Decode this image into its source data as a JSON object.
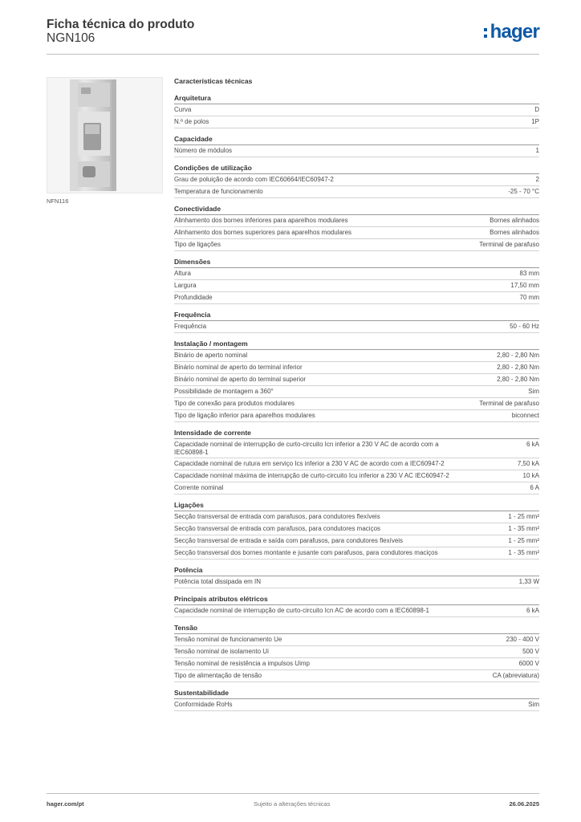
{
  "header": {
    "title": "Ficha técnica do produto",
    "subtitle": "NGN106",
    "logo_text": "hager",
    "brand_color": "#0d59a6"
  },
  "product_image": {
    "caption": "NFN116",
    "icon": "circuit-breaker-product-photo"
  },
  "specs": {
    "title": "Características técnicas",
    "sections": [
      {
        "title": "Arquitetura",
        "rows": [
          {
            "label": "Curva",
            "value": "D"
          },
          {
            "label": "N.º de polos",
            "value": "1P"
          }
        ]
      },
      {
        "title": "Capacidade",
        "rows": [
          {
            "label": "Número de módulos",
            "value": "1"
          }
        ]
      },
      {
        "title": "Condições de utilização",
        "rows": [
          {
            "label": "Grau de poluição de acordo com IEC60664/IEC60947-2",
            "value": "2"
          },
          {
            "label": "Temperatura de funcionamento",
            "value": "-25 - 70 °C"
          }
        ]
      },
      {
        "title": "Conectividade",
        "rows": [
          {
            "label": "Alinhamento dos bornes inferiores para aparelhos modulares",
            "value": "Bornes alinhados"
          },
          {
            "label": "Alinhamento dos bornes superiores para aparelhos modulares",
            "value": "Bornes alinhados"
          },
          {
            "label": "Tipo de ligações",
            "value": "Terminal de parafuso"
          }
        ]
      },
      {
        "title": "Dimensões",
        "rows": [
          {
            "label": "Altura",
            "value": "83 mm"
          },
          {
            "label": "Largura",
            "value": "17,50 mm"
          },
          {
            "label": "Profundidade",
            "value": "70 mm"
          }
        ]
      },
      {
        "title": "Frequência",
        "rows": [
          {
            "label": "Frequência",
            "value": "50 - 60 Hz"
          }
        ]
      },
      {
        "title": "Instalação / montagem",
        "rows": [
          {
            "label": "Binário de aperto nominal",
            "value": "2,80 - 2,80 Nm"
          },
          {
            "label": "Binário nominal de aperto do terminal inferior",
            "value": "2,80 - 2,80 Nm"
          },
          {
            "label": "Binário nominal de aperto do terminal superior",
            "value": "2,80 - 2,80 Nm"
          },
          {
            "label": "Possibilidade de montagem a 360°",
            "value": "Sim"
          },
          {
            "label": "Tipo de conexão para produtos modulares",
            "value": "Terminal de parafuso"
          },
          {
            "label": "Tipo de ligação inferior para aparelhos modulares",
            "value": "biconnect"
          }
        ]
      },
      {
        "title": "Intensidade de corrente",
        "rows": [
          {
            "label": "Capacidade nominal de interrupção de curto-circuito Icn inferior a 230 V AC de acordo com a IEC60898-1",
            "value": "6 kA"
          },
          {
            "label": "Capacidade nominal de rutura em serviço Ics inferior a 230 V AC de acordo com a IEC60947-2",
            "value": "7,50 kA"
          },
          {
            "label": "Capacidade nominal máxima de interrupção de curto-circuito Icu inferior a 230 V AC IEC60947-2",
            "value": "10 kA"
          },
          {
            "label": "Corrente nominal",
            "value": "6 A"
          }
        ]
      },
      {
        "title": "Ligações",
        "rows": [
          {
            "label": "Secção transversal de entrada com parafusos, para condutores flexíveis",
            "value": "1 - 25 mm²"
          },
          {
            "label": "Secção transversal de entrada com parafusos, para condutores maciços",
            "value": "1 - 35 mm²"
          },
          {
            "label": "Secção transversal de entrada e saída com parafusos, para condutores flexíveis",
            "value": "1 - 25 mm²"
          },
          {
            "label": "Secção transversal dos bornes montante e jusante com parafusos, para condutores maciços",
            "value": "1 - 35 mm²"
          }
        ]
      },
      {
        "title": "Potência",
        "rows": [
          {
            "label": "Potência total dissipada em IN",
            "value": "1,33 W"
          }
        ]
      },
      {
        "title": "Principais atributos elétricos",
        "rows": [
          {
            "label": "Capacidade nominal de interrupção de curto-circuito Icn AC de acordo com a IEC60898-1",
            "value": "6 kA"
          }
        ]
      },
      {
        "title": "Tensão",
        "rows": [
          {
            "label": "Tensão nominal de funcionamento Ue",
            "value": "230 - 400 V"
          },
          {
            "label": "Tensão nominal de isolamento Ui",
            "value": "500 V"
          },
          {
            "label": "Tensão nominal de resistência a impulsos Uimp",
            "value": "6000 V"
          },
          {
            "label": "Tipo de alimentação de tensão",
            "value": "CA (abreviatura)"
          }
        ]
      },
      {
        "title": "Sustentabilidade",
        "rows": [
          {
            "label": "Conformidade RoHs",
            "value": "Sim"
          }
        ]
      }
    ]
  },
  "footer": {
    "left": "hager.com/pt",
    "center": "Sujeito a alterações técnicas",
    "right": "26.06.2025"
  }
}
